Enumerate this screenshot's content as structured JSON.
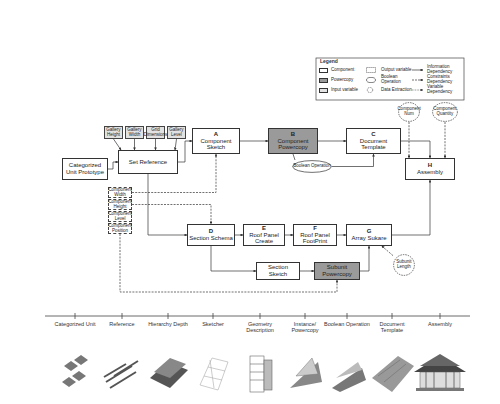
{
  "diagram": {
    "nodes": [
      {
        "text": [
          "Categorized Unit Prototype"
        ]
      },
      {
        "text": [
          "Gallery Height"
        ]
      },
      {
        "text": [
          "Gallery Width"
        ]
      },
      {
        "text": [
          "Grid Dimensions"
        ]
      },
      {
        "text": [
          "Gallery Level"
        ]
      },
      {
        "text": [
          "Set Reference"
        ]
      },
      {
        "text": [
          "Component Width"
        ]
      },
      {
        "text": [
          "Component Height"
        ]
      },
      {
        "text": [
          "Component Level"
        ]
      },
      {
        "text": [
          "Component Position"
        ]
      },
      {
        "text": [
          "A",
          "Component Sketch"
        ]
      },
      {
        "text": [
          "B",
          "Component Powercopy"
        ]
      },
      {
        "text": [
          "Boolean Operation"
        ]
      },
      {
        "text": [
          "C",
          "Document Template"
        ]
      },
      {
        "text": [
          "Component Num"
        ]
      },
      {
        "text": [
          "Component Quantity"
        ]
      },
      {
        "text": [
          "H",
          "Assembly"
        ]
      },
      {
        "text": [
          "D",
          "Section Schema"
        ]
      },
      {
        "text": [
          "E",
          "Roof Panel Create"
        ]
      },
      {
        "text": [
          "F",
          "Roof Panel FootPrint"
        ]
      },
      {
        "text": [
          "G",
          "Array Sukare"
        ]
      },
      {
        "text": [
          "Section Sketch"
        ]
      },
      {
        "text": [
          "Subunit Powercopy"
        ]
      },
      {
        "text": [
          "Subunit Length"
        ]
      }
    ],
    "edges": [
      {
        "from": 0,
        "to": 5,
        "arrow": "to"
      },
      {
        "from": 1,
        "to": 5,
        "arrow": "to"
      },
      {
        "from": 2,
        "to": 5,
        "arrow": "to"
      },
      {
        "from": 3,
        "to": 5,
        "arrow": "to"
      },
      {
        "from": 4,
        "to": 5,
        "arrow": "to"
      },
      {
        "from": 5,
        "to": 10,
        "arrow": "to"
      },
      {
        "from": 10,
        "to": 11,
        "arrow": "to"
      },
      {
        "from": 11,
        "to": 12,
        "arrow": "none"
      },
      {
        "from": 12,
        "to": 13,
        "arrow": "to"
      },
      {
        "from": 11,
        "to": 13,
        "arrow": "to"
      },
      {
        "from": 13,
        "to": 16,
        "arrow": "to"
      },
      {
        "from": 14,
        "to": 16,
        "arrow": "to"
      },
      {
        "from": 15,
        "to": 16,
        "arrow": "to"
      },
      {
        "from": 5,
        "to": 17,
        "arrow": "to"
      },
      {
        "from": 17,
        "to": 18,
        "arrow": "to"
      },
      {
        "from": 18,
        "to": 19,
        "arrow": "to"
      },
      {
        "from": 19,
        "to": 20,
        "arrow": "to"
      },
      {
        "from": 20,
        "to": 16,
        "arrow": "to"
      },
      {
        "from": 17,
        "to": 21,
        "arrow": "to"
      },
      {
        "from": 21,
        "to": 22,
        "arrow": "to"
      },
      {
        "from": 22,
        "to": 20,
        "arrow": "to"
      },
      {
        "from": 23,
        "to": 20,
        "arrow": "to"
      },
      {
        "from": 6,
        "to": 10,
        "arrow": "to"
      },
      {
        "from": 7,
        "to": 17,
        "arrow": "to"
      },
      {
        "from": 9,
        "to": 22,
        "arrow": "to"
      }
    ],
    "labels": [
      "Legend",
      "Categorized Unit",
      "Reference",
      "Hierarchy Depth",
      "Sketcher",
      "Geometry Description",
      "Instance/ Powercopy",
      "Boolean Operation",
      "Document Template",
      "Assembly"
    ],
    "legend": [
      {
        "text": "Component",
        "color": "#ffffff"
      },
      {
        "text": "Powercopy",
        "color": "#9a9a9a"
      },
      {
        "text": "Input variable",
        "color": "#e2e2e2"
      },
      {
        "text": "Output variable"
      },
      {
        "text": "Boolean Operation"
      },
      {
        "text": "Data Extraction"
      },
      {
        "text": "Information Dependency"
      },
      {
        "text": "Constraints Dependency"
      },
      {
        "text": "Variable Dependency"
      }
    ]
  }
}
